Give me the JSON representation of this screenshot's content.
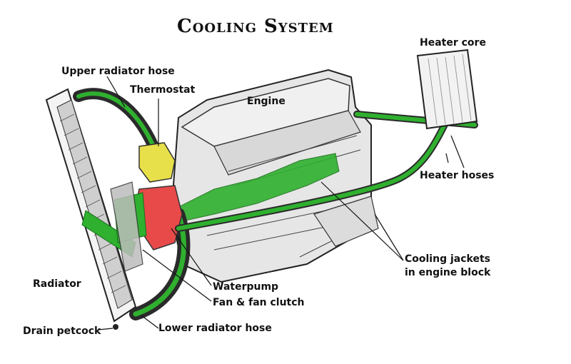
{
  "title": "Cooling System",
  "labels": {
    "heater_core": "Heater core",
    "upper_radiator_hose": "Upper radiator hose",
    "thermostat": "Thermostat",
    "engine": "Engine",
    "heater_hoses": "Heater hoses",
    "cooling_jackets_line1": "Cooling jackets",
    "cooling_jackets_line2": "in engine block",
    "radiator": "Radiator",
    "waterpump": "Waterpump",
    "fan_clutch": "Fan & fan clutch",
    "drain_petcock": "Drain petcock",
    "lower_radiator_hose": "Lower radiator hose"
  },
  "colors": {
    "coolant": "#2fb02f",
    "thermostat": "#e8e04a",
    "waterpump": "#e84a4a",
    "engine_fill": "#e6e6e6",
    "outline": "#222222",
    "hose": "#2a2a2a"
  }
}
